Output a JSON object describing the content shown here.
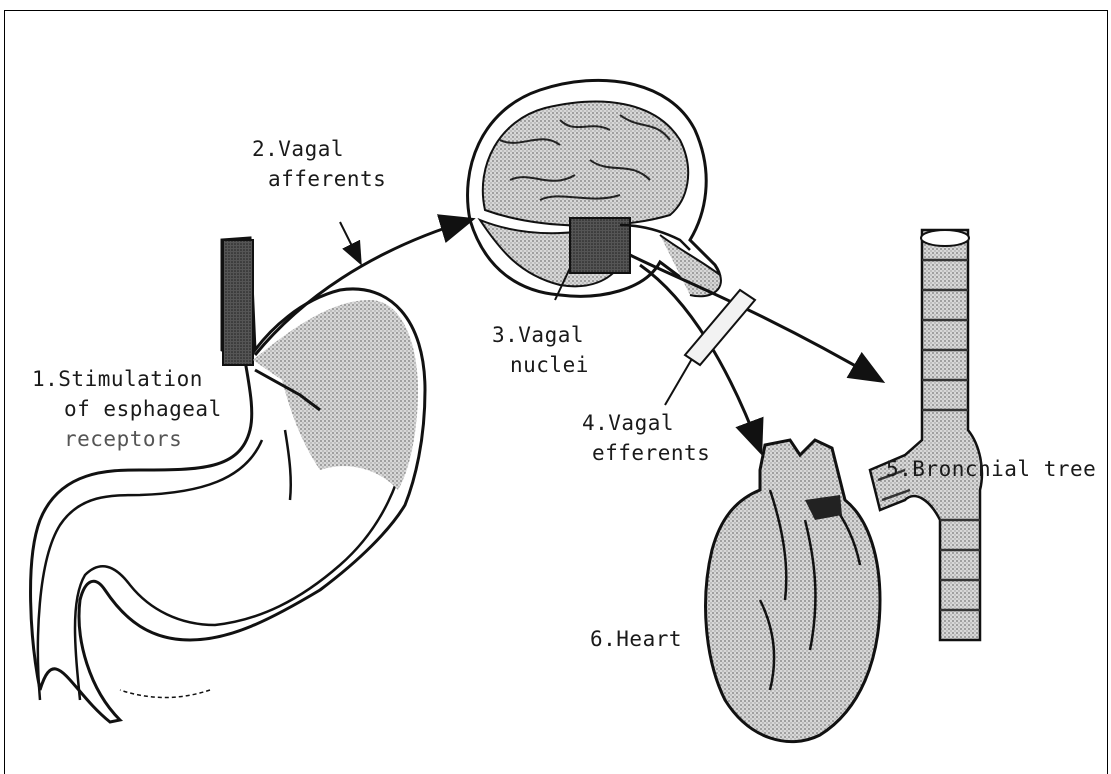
{
  "labels": {
    "step1": {
      "line1": "1.Stimulation",
      "line2": "of esphageal",
      "line3": "receptors"
    },
    "step2": {
      "line1": "2.Vagal",
      "line2": "afferents"
    },
    "step3": {
      "line1": "3.Vagal",
      "line2": "nuclei"
    },
    "step4": {
      "line1": "4.Vagal",
      "line2": "efferents"
    },
    "step5": {
      "line1": "5.Bronchial tree"
    },
    "step6": {
      "line1": "6.Heart"
    }
  },
  "icons": [
    "esophagus-stomach-icon",
    "brain-icon",
    "bronchial-tree-icon",
    "heart-icon"
  ],
  "colors": {
    "ink": "#111111",
    "shade": "#bdbdbd",
    "dark": "#1f1f1f"
  }
}
